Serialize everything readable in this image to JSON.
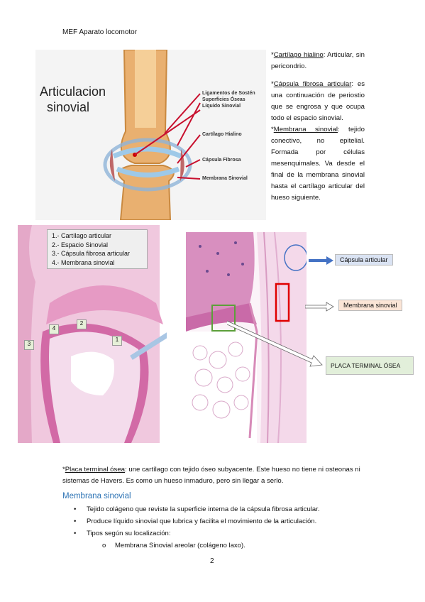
{
  "header": "MEF Aparato locomotor",
  "figure1": {
    "title_line1": "Articulacion",
    "title_line2": "sinovial",
    "labels": [
      "Ligamentos de Sostén",
      "Superficies Óseas",
      "Líquido Sinovial",
      "Cartílago Hialino",
      "Cápsula Fibrosa",
      "Membrana Sinovial"
    ]
  },
  "side_notes": [
    {
      "marker": "*",
      "term": "Cartílago hialino",
      "text": ": Articular, sin pericondrio."
    },
    {
      "marker": "*",
      "term": "Cápsula fibrosa articular",
      "text": ": es una continuación de periostio que se engrosa y que ocupa todo el espacio sinovial."
    },
    {
      "marker": "*",
      "term": "Membrana sinovial",
      "text": ": tejido conectivo, no epitelial. Formada por células mesenquimales. Va desde el final de la membrana sinovial hasta el cartílago articular del hueso siguiente."
    }
  ],
  "figure2": {
    "legend": [
      "1.- Cartílago articular",
      "2.- Espacio Sinovial",
      "3.- Cápsula fibrosa articular",
      "4.- Membrana sinovial"
    ],
    "markers": [
      "1",
      "2",
      "3",
      "4"
    ]
  },
  "figure3": {
    "capsula": "Cápsula articular",
    "membrana": "Membrana sinovial",
    "placa": "PLACA TERMINAL ÓSEA"
  },
  "paragraph": {
    "marker": "*",
    "term": "Placa terminal ósea",
    "text": ": une cartílago con tejido óseo subyacente. Este hueso no tiene ni osteonas ni sistemas de Havers. Es como un hueso inmaduro, pero sin llegar a serlo."
  },
  "section_title": "Membrana sinovial",
  "bullets": [
    "Tejido colágeno que reviste la superficie interna de la cápsula fibrosa articular.",
    "Produce líquido sinovial que lubrica y facilita el movimiento de la articulación.",
    "Tipos según su localización:"
  ],
  "subbullets": [
    "Membrana Sinovial areolar (colágeno laxo)."
  ],
  "page_number": "2"
}
